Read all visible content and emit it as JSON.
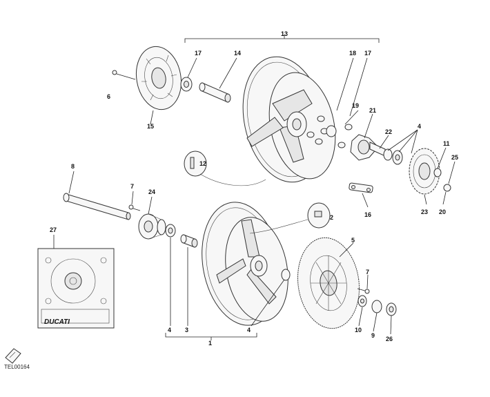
{
  "callouts": {
    "c1": "1",
    "c2": "2",
    "c3": "3",
    "c4a": "4",
    "c4b": "4",
    "c4c": "4",
    "c5": "5",
    "c6": "6",
    "c7a": "7",
    "c7b": "7",
    "c8": "8",
    "c9": "9",
    "c10": "10",
    "c11": "11",
    "c12": "12",
    "c13": "13",
    "c14": "14",
    "c15": "15",
    "c16": "16",
    "c17a": "17",
    "c17b": "17",
    "c18": "18",
    "c19": "19",
    "c20": "20",
    "c21": "21",
    "c22": "22",
    "c23": "23",
    "c24": "24",
    "c25": "25",
    "c26": "26",
    "c27": "27"
  },
  "plate": {
    "brand": "DUCATI"
  },
  "footer": {
    "code": "TEL00164"
  }
}
